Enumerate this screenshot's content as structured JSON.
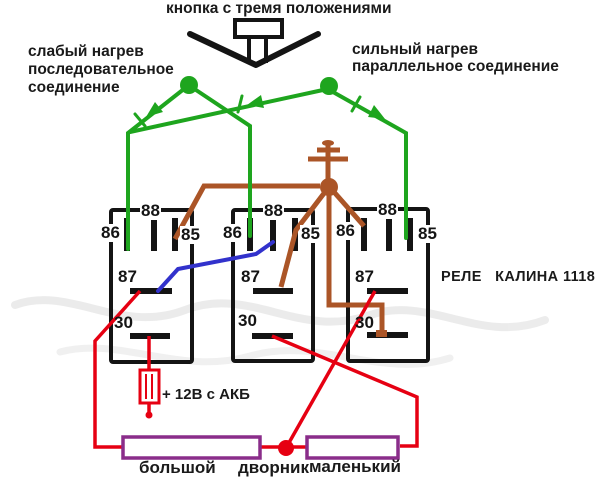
{
  "title": "кнопка с тремя положениями",
  "notes": {
    "left": [
      "слабый нагрев",
      "последовательное",
      "соединение"
    ],
    "right": [
      "сильный нагрев",
      "параллельное соединение"
    ]
  },
  "relay_caption": "РЕЛЕ   КАЛИНА 1118",
  "battery_label": "+ 12В с АКБ",
  "relays": [
    {
      "p88": "88",
      "p86": "86",
      "p85": "85",
      "p87": "87",
      "p30": "30"
    },
    {
      "p88": "88",
      "p86": "86",
      "p85": "85",
      "p87": "87",
      "p30": "30"
    },
    {
      "p88": "88",
      "p86": "86",
      "p85": "85",
      "p87": "87",
      "p30": "30"
    }
  ],
  "resistor_labels": {
    "big": "большой",
    "wiper": "дворник",
    "small": "маленький"
  },
  "icons": {
    "button": "three-position-button",
    "switch_arrow": "switch-direction-arrow",
    "ground": "ground-symbol",
    "junction": "junction-node",
    "fuse": "fuse-symbol",
    "wiper_node": "wiper-connection-dot"
  },
  "colors": {
    "green": "#1ea51e",
    "brown": "#ab5527",
    "red": "#e60012",
    "blue": "#3232cc",
    "purple": "#8a2d8a",
    "black": "#141414"
  }
}
